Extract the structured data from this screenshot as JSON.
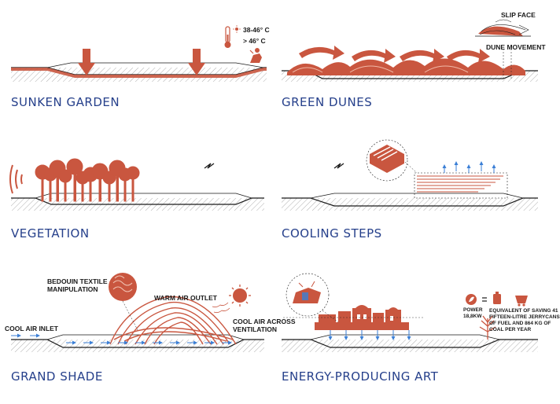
{
  "panels": {
    "sunken_garden": {
      "title": "SUNKEN GARDEN",
      "temp_high": "38-46° C",
      "temp_extreme": "> 46° C"
    },
    "green_dunes": {
      "title": "GREEN DUNES",
      "slip_face": "SLIP FACE",
      "dune_movement": "DUNE MOVEMENT"
    },
    "vegetation": {
      "title": "VEGETATION"
    },
    "cooling_steps": {
      "title": "COOLING STEPS"
    },
    "grand_shade": {
      "title": "GRAND SHADE",
      "textile": "BEDOUIN TEXTILE\nMANIPULATION",
      "warm_air": "WARM AIR OUTLET",
      "cool_inlet": "COOL AIR INLET",
      "cool_across": "COOL AIR ACROSS\nVENTILATION"
    },
    "energy_art": {
      "title": "ENERGY-PRODUCING ART",
      "power": "POWER\n18,8KW",
      "saving": "EQUIVALENT OF SAVING 41\nFIFTEEN-LITRE JERRYCANS\nOF FUEL AND 864 KG OF\nCOAL PER YEAR"
    }
  },
  "colors": {
    "terracotta": "#c9563f",
    "navy": "#26408b",
    "arrow_blue": "#3b7fd6",
    "line": "#1a1a1a",
    "hatch": "#9a9a9a"
  }
}
